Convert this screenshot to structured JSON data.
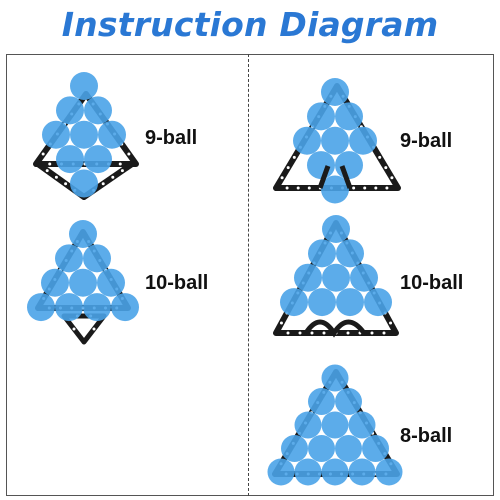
{
  "title": "Instruction Diagram",
  "colors": {
    "title": "#2a78d4",
    "ball": "#4aa3e8",
    "ball_fill_opacity": 0.9,
    "rack": "#1a1a1a",
    "hole": "#ffffff"
  },
  "left_panel": {
    "items": [
      {
        "label": "9-ball"
      },
      {
        "label": "10-ball"
      }
    ]
  },
  "right_panel": {
    "items": [
      {
        "label": "9-ball"
      },
      {
        "label": "10-ball"
      },
      {
        "label": "8-ball"
      }
    ]
  }
}
